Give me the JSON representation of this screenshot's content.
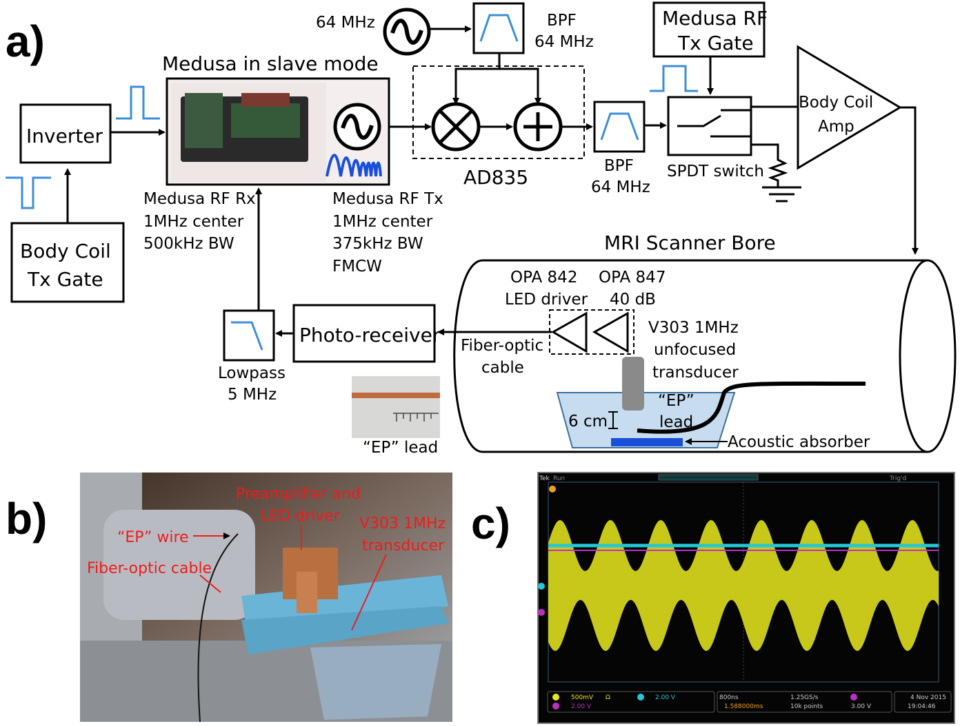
{
  "panels": {
    "a": "a)",
    "b": "b)",
    "c": "c)"
  },
  "diagram_a": {
    "inverter": "Inverter",
    "body_coil_tx_gate": [
      "Body Coil",
      "Tx Gate"
    ],
    "medusa_title": "Medusa in slave mode",
    "osc_64": "64 MHz",
    "bpf_top": [
      "BPF",
      "64 MHz"
    ],
    "medusa_rf_tx_gate": [
      "Medusa RF",
      "Tx Gate"
    ],
    "ad835": "AD835",
    "bpf_mid": [
      "BPF",
      "64 MHz"
    ],
    "spdt": "SPDT switch",
    "body_coil_amp": [
      "Body Coil",
      "Amp"
    ],
    "medusa_rx": [
      "Medusa RF Rx",
      "1MHz center",
      "500kHz BW"
    ],
    "medusa_tx": [
      "Medusa RF Tx",
      "1MHz center",
      "375kHz BW",
      "FMCW"
    ],
    "mri_bore": "MRI Scanner Bore",
    "opa842": [
      "OPA 842",
      "LED driver"
    ],
    "opa847": [
      "OPA 847",
      "40 dB"
    ],
    "v303": [
      "V303 1MHz",
      "unfocused",
      "transducer"
    ],
    "fiber": [
      "Fiber-optic",
      "cable"
    ],
    "photo_receiver": "Photo-receiver",
    "lowpass": [
      "Lowpass",
      "5 MHz"
    ],
    "ep_lead_inside": [
      "“EP”",
      "lead"
    ],
    "six_cm": "6 cm",
    "acoustic_absorber": "Acoustic absorber",
    "ep_lead_photo": "“EP” lead"
  },
  "photo_b": {
    "preamp": [
      "Preamplifier and",
      "LED driver"
    ],
    "v303": [
      "V303 1MHz",
      "transducer"
    ],
    "ep_wire": "“EP” wire",
    "fiber": "Fiber-optic cable"
  },
  "scope_c": {
    "brand": "Tek",
    "run": "Run",
    "trig": "Trig'd",
    "ch1_scale": "500mV",
    "ch1_coupling": "Ω",
    "ch2_scale": "2.00 V",
    "ch3_scale": "2.00 V",
    "timebase": "800ns",
    "delay": "1.588000ms",
    "sample_rate": "1.25GS/s",
    "record": "10k points",
    "trigger_level": "3.00 V",
    "date": "4 Nov 2015",
    "time": "19:04:46",
    "colors": {
      "ch1": "#e6e61a",
      "ch2": "#22c8d8",
      "ch3": "#c030c0",
      "marker": "#f0a020"
    }
  }
}
